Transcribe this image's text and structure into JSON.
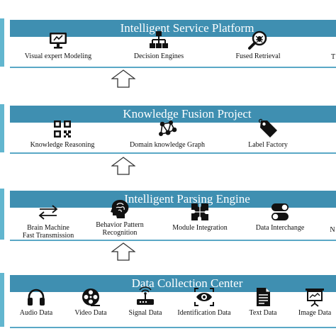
{
  "layers": [
    {
      "title": "Intelligent Service Platform",
      "items": [
        {
          "label": "Visual expert Modeling",
          "icon": "monitor-icon"
        },
        {
          "label": "Decision Engines",
          "icon": "hierarchy-icon"
        },
        {
          "label": "Fused Retrieval",
          "icon": "bug-search-icon"
        },
        {
          "label": "T",
          "icon": ""
        }
      ]
    },
    {
      "title": "Knowledge Fusion Project",
      "items": [
        {
          "label": "Knowledge Reasoning",
          "icon": "qr-code-icon"
        },
        {
          "label": "Domain knowledge Graph",
          "icon": "network-graph-icon"
        },
        {
          "label": "Label Factory",
          "icon": "tag-icon"
        }
      ]
    },
    {
      "title": "Intelligent Parsing Engine",
      "items": [
        {
          "label": "Brain Machine",
          "label2": "Fast Transmission",
          "icon": "exchange-arrows-icon"
        },
        {
          "label": "Behavior Pattern",
          "label2": "Recognition",
          "icon": "brain-head-icon"
        },
        {
          "label": "Module Integration",
          "icon": "puzzle-icon"
        },
        {
          "label": "Data Interchange",
          "icon": "toggle-switches-icon"
        },
        {
          "label": "N",
          "icon": ""
        }
      ]
    },
    {
      "title": "Data Collection Center",
      "items": [
        {
          "label": "Audio Data",
          "icon": "headphones-icon"
        },
        {
          "label": "Video Data",
          "icon": "film-reel-icon"
        },
        {
          "label": "Signal Data",
          "icon": "router-icon"
        },
        {
          "label": "Identification Data",
          "icon": "eye-scan-icon"
        },
        {
          "label": "Text Data",
          "icon": "document-icon"
        },
        {
          "label": "Image Data",
          "icon": "presentation-icon"
        }
      ]
    }
  ],
  "colors": {
    "banner": "#3f8fb1",
    "rule": "#5aa8c6",
    "accent": "#62b6cf"
  }
}
